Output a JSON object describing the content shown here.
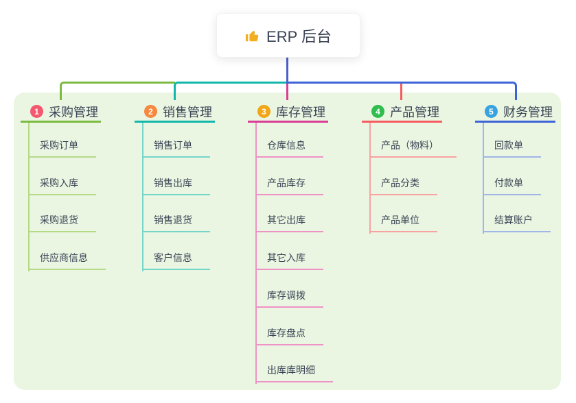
{
  "root": {
    "label": "ERP 后台",
    "icon": "thumbs-up-icon",
    "icon_color": "#f2b021"
  },
  "colors": {
    "panel_bg": "#eaf6e2",
    "trunk": "#4c60c8",
    "text": "#3b4455"
  },
  "branches": [
    {
      "number": "1",
      "label": "采购管理",
      "badge_color": "#f4586f",
      "line_color": "#7cba40",
      "child_line_color": "#b4da85",
      "children": [
        "采购订单",
        "采购入库",
        "采购退货",
        "供应商信息"
      ]
    },
    {
      "number": "2",
      "label": "销售管理",
      "badge_color": "#f6883f",
      "line_color": "#10b7aa",
      "child_line_color": "#74d5c9",
      "children": [
        "销售订单",
        "销售出库",
        "销售退货",
        "客户信息"
      ]
    },
    {
      "number": "3",
      "label": "库存管理",
      "badge_color": "#f1a617",
      "line_color": "#d93d94",
      "child_line_color": "#ef92c6",
      "children": [
        "仓库信息",
        "产品库存",
        "其它出库",
        "其它入库",
        "库存调拨",
        "库存盘点",
        "出库库明细"
      ]
    },
    {
      "number": "4",
      "label": "产品管理",
      "badge_color": "#2ebd4e",
      "line_color": "#f55b5f",
      "child_line_color": "#f8a2a2",
      "children": [
        "产品（物料）",
        "产品分类",
        "产品单位"
      ]
    },
    {
      "number": "5",
      "label": "财务管理",
      "badge_color": "#38a3de",
      "line_color": "#3d63d6",
      "child_line_color": "#a0b6e7",
      "children": [
        "回款单",
        "付款单",
        "结算账户"
      ]
    }
  ]
}
